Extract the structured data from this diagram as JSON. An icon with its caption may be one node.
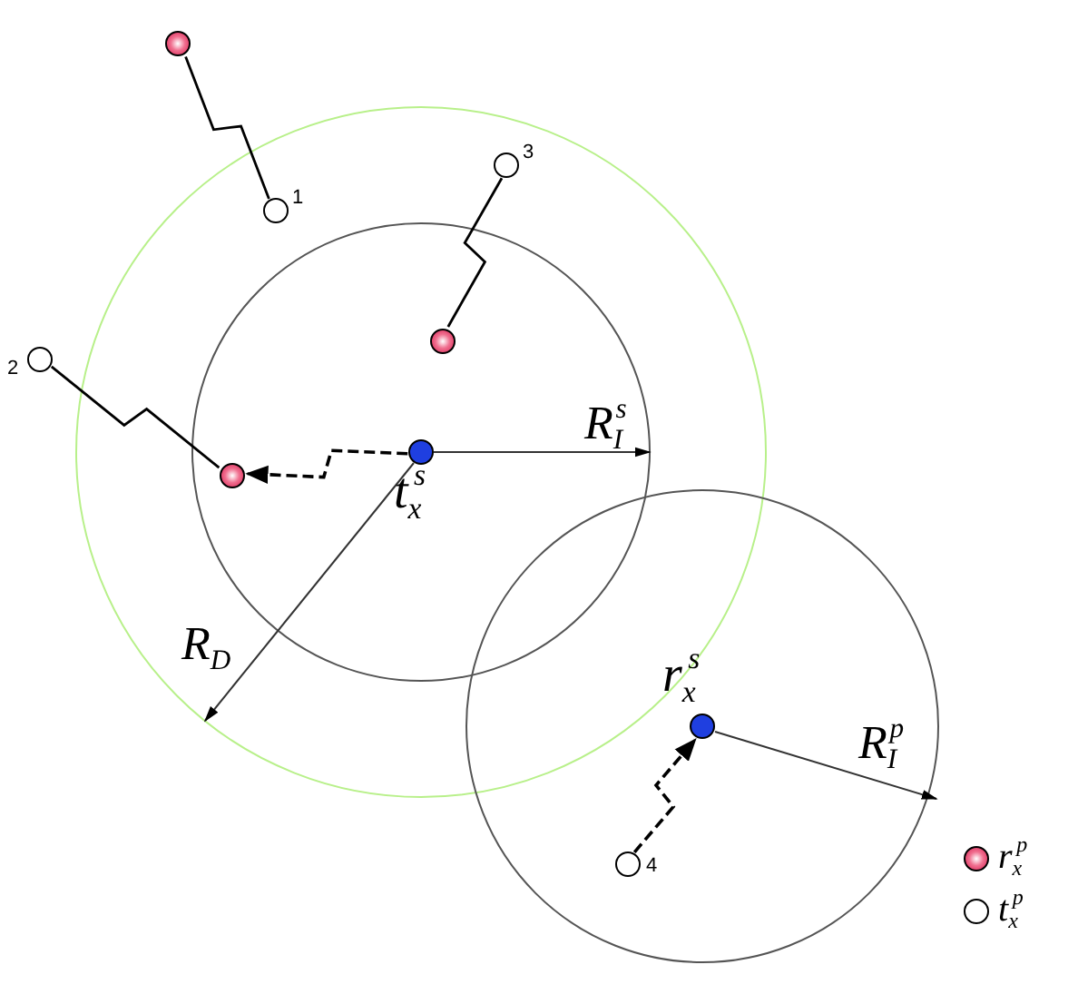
{
  "diagram": {
    "nodes": [
      {
        "text": [],
        "shape": "circle"
      },
      {
        "text": [],
        "shape": "circle",
        "beside": [
          "1"
        ]
      },
      {
        "text": [],
        "shape": "circle",
        "beside": [
          "3"
        ]
      },
      {
        "text": [],
        "shape": "circle"
      },
      {
        "text": [],
        "shape": "circle",
        "beside": [
          "2"
        ]
      },
      {
        "text": [],
        "shape": "circle"
      },
      {
        "text": [],
        "shape": "circle",
        "beside": [
          "*t*$_{x}$$^{s}$"
        ]
      },
      {
        "text": [],
        "shape": "circle",
        "beside": [
          "*r*$_{x}$$^{s}$"
        ]
      },
      {
        "text": [],
        "shape": "circle",
        "beside": [
          "4"
        ]
      }
    ],
    "edges": [
      {
        "from": 1,
        "to": 0,
        "arrow": "none"
      },
      {
        "from": 2,
        "to": 3,
        "arrow": "none"
      },
      {
        "from": 4,
        "to": 5,
        "arrow": "none"
      },
      {
        "from": 6,
        "to": 5,
        "arrow": "to",
        "style": "dashed"
      },
      {
        "from": 8,
        "to": 7,
        "arrow": "to",
        "style": "dashed"
      }
    ],
    "labels": [
      "*R*$_{I}$$^{s}$",
      "*R*$_{D}$",
      "*R*$_{I}$$^{p}$"
    ],
    "legend": [
      {
        "text": "*r*$_{x}$$^{p}$"
      },
      {
        "text": "*t*$_{x}$$^{p}$"
      }
    ]
  }
}
